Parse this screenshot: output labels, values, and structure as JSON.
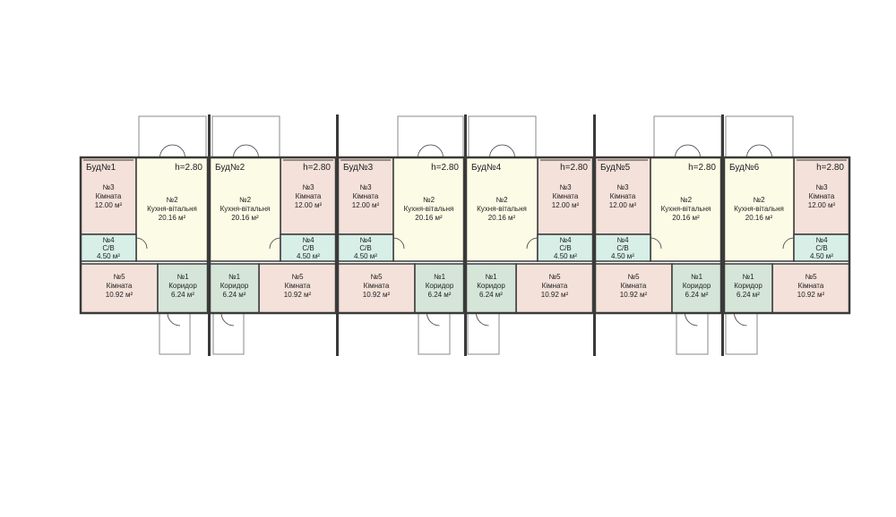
{
  "palette": {
    "room": "#f4e1da",
    "kitchen": "#fbfbe6",
    "bath": "#d7efe6",
    "corridor": "#d5e6d9",
    "wall": "#3a3a3a",
    "outline": "#8a8a8a"
  },
  "units": [
    {
      "header": "Буд№1",
      "height": "h=2.80",
      "rooms": {
        "r3": {
          "num": "№3",
          "name": "Кімната",
          "area": "12.00 м²"
        },
        "r2": {
          "num": "№2",
          "name": "Кухня-вітальня",
          "area": "20.16 м²"
        },
        "r4": {
          "num": "№4",
          "name": "С/В",
          "area": "4.50 м²"
        },
        "r5": {
          "num": "№5",
          "name": "Кімната",
          "area": "10.92 м²"
        },
        "r1": {
          "num": "№1",
          "name": "Коридор",
          "area": "6.24 м²"
        }
      }
    },
    {
      "header": "Буд№2",
      "height": "h=2.80",
      "rooms": {
        "r3": {
          "num": "№3",
          "name": "Кімната",
          "area": "12.00 м²"
        },
        "r2": {
          "num": "№2",
          "name": "Кухня-вітальня",
          "area": "20.16 м²"
        },
        "r4": {
          "num": "№4",
          "name": "С/В",
          "area": "4.50 м²"
        },
        "r5": {
          "num": "№5",
          "name": "Кімната",
          "area": "10.92 м²"
        },
        "r1": {
          "num": "№1",
          "name": "Коридор",
          "area": "6.24 м²"
        }
      }
    },
    {
      "header": "Буд№3",
      "height": "h=2.80",
      "rooms": {
        "r3": {
          "num": "№3",
          "name": "Кімната",
          "area": "12.00 м²"
        },
        "r2": {
          "num": "№2",
          "name": "Кухня-вітальня",
          "area": "20.16 м²"
        },
        "r4": {
          "num": "№4",
          "name": "С/В",
          "area": "4.50 м²"
        },
        "r5": {
          "num": "№5",
          "name": "Кімната",
          "area": "10.92 м²"
        },
        "r1": {
          "num": "№1",
          "name": "Коридор",
          "area": "6.24 м²"
        }
      }
    },
    {
      "header": "Буд№4",
      "height": "h=2.80",
      "rooms": {
        "r3": {
          "num": "№3",
          "name": "Кімната",
          "area": "12.00 м²"
        },
        "r2": {
          "num": "№2",
          "name": "Кухня-вітальня",
          "area": "20.16 м²"
        },
        "r4": {
          "num": "№4",
          "name": "С/В",
          "area": "4.50 м²"
        },
        "r5": {
          "num": "№5",
          "name": "Кімната",
          "area": "10.92 м²"
        },
        "r1": {
          "num": "№1",
          "name": "Коридор",
          "area": "6.24 м²"
        }
      }
    },
    {
      "header": "Буд№5",
      "height": "h=2.80",
      "rooms": {
        "r3": {
          "num": "№3",
          "name": "Кімната",
          "area": "12.00 м²"
        },
        "r2": {
          "num": "№2",
          "name": "Кухня-вітальня",
          "area": "20.16 м²"
        },
        "r4": {
          "num": "№4",
          "name": "С/В",
          "area": "4.50 м²"
        },
        "r5": {
          "num": "№5",
          "name": "Кімната",
          "area": "10.92 м²"
        },
        "r1": {
          "num": "№1",
          "name": "Коридор",
          "area": "6.24 м²"
        }
      }
    },
    {
      "header": "Буд№6",
      "height": "h=2.80",
      "rooms": {
        "r3": {
          "num": "№3",
          "name": "Кімната",
          "area": "12.00 м²"
        },
        "r2": {
          "num": "№2",
          "name": "Кухня-вітальня",
          "area": "20.16 м²"
        },
        "r4": {
          "num": "№4",
          "name": "С/В",
          "area": "4.50 м²"
        },
        "r5": {
          "num": "№5",
          "name": "Кімната",
          "area": "10.92 м²"
        },
        "r1": {
          "num": "№1",
          "name": "Коридор",
          "area": "6.24 м²"
        }
      }
    }
  ]
}
